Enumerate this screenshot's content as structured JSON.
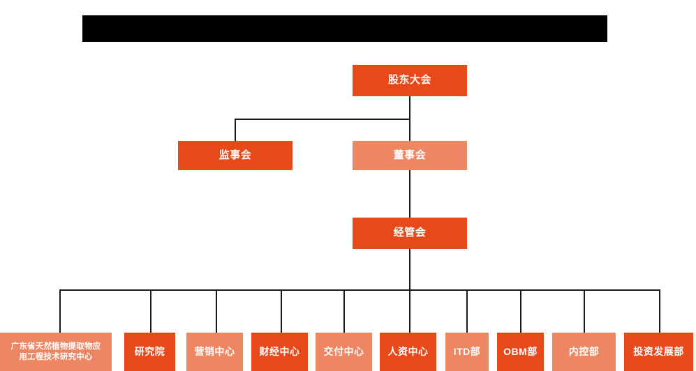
{
  "chart_data": {
    "type": "diagram",
    "diagram_type": "organization-chart",
    "title": "",
    "orientation": "top-down",
    "colors": {
      "accent_dark": "#E8491B",
      "accent_light": "#ED8662",
      "connector": "#1a1a1a",
      "background": "#FFFFFF",
      "redaction": "#000000",
      "node_text": "#FFFFFF"
    },
    "levels": [
      {
        "level": 1,
        "nodes": [
          "股东大会"
        ]
      },
      {
        "level": 2,
        "nodes": [
          "监事会",
          "董事会"
        ]
      },
      {
        "level": 3,
        "nodes": [
          "经管会"
        ]
      },
      {
        "level": 4,
        "nodes": [
          "广东省天然植物提取物应用工程技术研究中心",
          "研究院",
          "营销中心",
          "财经中心",
          "交付中心",
          "人资中心",
          "ITD部",
          "OBM部",
          "内控部",
          "投资发展部"
        ]
      }
    ],
    "edges": [
      {
        "from": "股东大会",
        "to": "监事会"
      },
      {
        "from": "股东大会",
        "to": "董事会"
      },
      {
        "from": "董事会",
        "to": "经管会"
      },
      {
        "from": "经管会",
        "to": "广东省天然植物提取物应用工程技术研究中心"
      },
      {
        "from": "经管会",
        "to": "研究院"
      },
      {
        "from": "经管会",
        "to": "营销中心"
      },
      {
        "from": "经管会",
        "to": "财经中心"
      },
      {
        "from": "经管会",
        "to": "交付中心"
      },
      {
        "from": "经管会",
        "to": "人资中心"
      },
      {
        "from": "经管会",
        "to": "ITD部"
      },
      {
        "from": "经管会",
        "to": "OBM部"
      },
      {
        "from": "经管会",
        "to": "内控部"
      },
      {
        "from": "经管会",
        "to": "投资发展部"
      }
    ]
  },
  "header": {
    "redacted_bar_label": ""
  },
  "nodes": {
    "shareholders_meeting": {
      "label": "股东大会",
      "tone": "dark"
    },
    "supervisory_board": {
      "label": "监事会",
      "tone": "dark"
    },
    "board_of_directors": {
      "label": "董事会",
      "tone": "light"
    },
    "management_committee": {
      "label": "经管会",
      "tone": "dark"
    },
    "research_center": {
      "label": "广东省天然植物提取物应\n用工程技术研究中心",
      "tone": "light"
    },
    "institute": {
      "label": "研究院",
      "tone": "dark"
    },
    "marketing_center": {
      "label": "营销中心",
      "tone": "light"
    },
    "finance_center": {
      "label": "财经中心",
      "tone": "dark"
    },
    "delivery_center": {
      "label": "交付中心",
      "tone": "light"
    },
    "hr_center": {
      "label": "人资中心",
      "tone": "dark"
    },
    "itd_dept": {
      "label": "ITD部",
      "tone": "light"
    },
    "obm_dept": {
      "label": "OBM部",
      "tone": "dark"
    },
    "internal_control": {
      "label": "内控部",
      "tone": "light"
    },
    "investment_dev": {
      "label": "投资发展部",
      "tone": "dark"
    }
  }
}
